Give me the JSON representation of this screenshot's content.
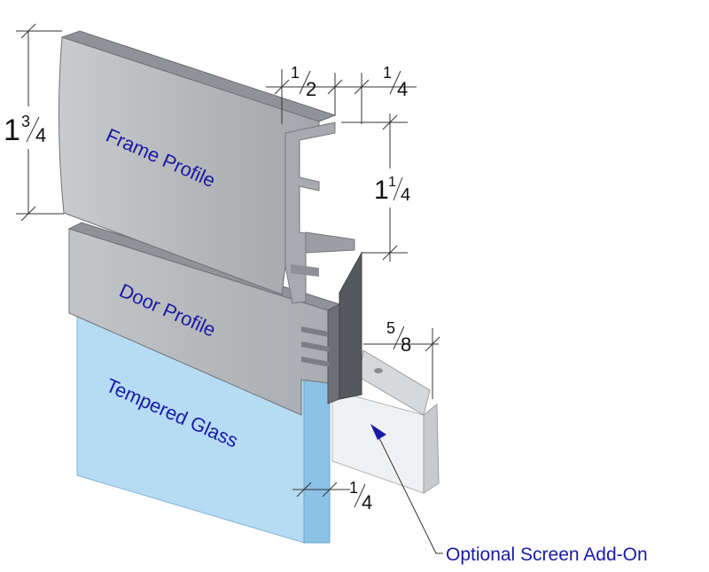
{
  "labels": {
    "frame_profile": "Frame Profile",
    "door_profile": "Door Profile",
    "tempered_glass": "Tempered Glass",
    "optional_screen": "Optional Screen Add-On"
  },
  "dimensions": {
    "overall_height": {
      "whole": "1",
      "num": "3",
      "den": "4"
    },
    "top_left_width": {
      "whole": "",
      "num": "1",
      "den": "2"
    },
    "top_right_width": {
      "whole": "",
      "num": "1",
      "den": "4"
    },
    "frame_height": {
      "whole": "1",
      "num": "1",
      "den": "4"
    },
    "screen_width": {
      "whole": "",
      "num": "5",
      "den": "8"
    },
    "glass_thickness": {
      "whole": "",
      "num": "1",
      "den": "4"
    }
  },
  "colors": {
    "label_text": "#1a1aa6",
    "profile_face": "#b9bcbf",
    "profile_top": "#8f9296",
    "profile_dark": "#55585c",
    "glass_face": "#b6dcf4",
    "glass_edge": "#8cc2e6",
    "screen": "#f0f1f2"
  }
}
